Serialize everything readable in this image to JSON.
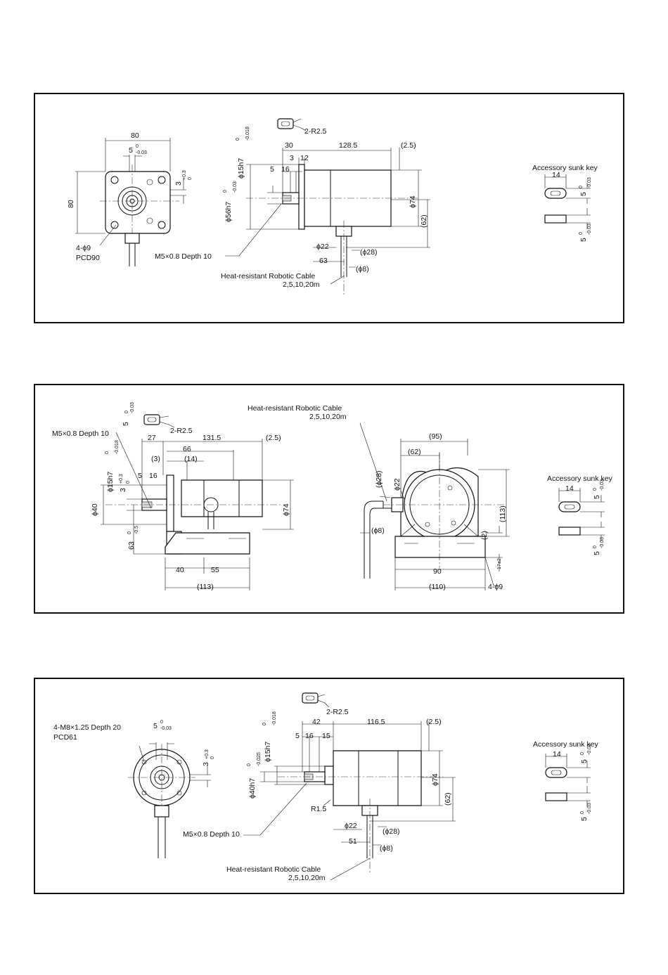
{
  "panel1": {
    "front": {
      "width": "80",
      "height": "80",
      "key_top": "5",
      "key_top_tol_hi": "0",
      "key_top_tol_lo": "-0.03",
      "key_side": "3",
      "key_side_tol_hi": "+0.3",
      "key_side_tol_lo": "0",
      "holes": "4-ϕ9",
      "pcd": "PCD90"
    },
    "side": {
      "radius_note": "2-R2.5",
      "d30": "30",
      "d128": "128.5",
      "d25": "(2.5)",
      "d3": "3",
      "d12": "12",
      "d5": "5",
      "d16": "16",
      "shaft_dia": "ϕ15h7",
      "shaft_tol_a": "0",
      "shaft_tol_b": "-0.018",
      "spigot_dia": "ϕ56h7",
      "spigot_tol_a": "0",
      "spigot_tol_b": "-0.03",
      "body_dia": "ϕ74",
      "d62": "(62)",
      "d22": "ϕ22",
      "d28": "(ϕ28)",
      "d63": "63",
      "d8": "(ϕ8)",
      "tap": "M5×0.8 Depth 10",
      "cable_name": "Heat-resistant Robotic Cable",
      "cable_len": "2,5,10,20m"
    },
    "key": {
      "title": "Accessory sunk key",
      "len": "14",
      "w": "5",
      "tol_hi": "0",
      "tol_lo": "-0.03"
    }
  },
  "panel2": {
    "side": {
      "key_w": "5",
      "key_w_hi": "0",
      "key_w_lo": "-0.03",
      "radius_note": "2-R2.5",
      "tap": "M5×0.8 Depth 10",
      "d27": "27",
      "d131": "131.5",
      "d25": "(2.5)",
      "d66": "66",
      "d3": "(3)",
      "d14": "(14)",
      "d5": "5",
      "d16": "16",
      "shaft_dia": "ϕ15h7",
      "shaft_tol_a": "0",
      "shaft_tol_b": "-0.018",
      "d3k": "3",
      "d3k_hi": "+0.3",
      "d3k_lo": "0",
      "d40": "ϕ40",
      "body_dia": "ϕ74",
      "d63": "63",
      "d63_hi": "0",
      "d63_lo": "-0.5",
      "d40b": "40",
      "d55": "55",
      "d113": "(113)"
    },
    "front": {
      "cable_name": "Heat-resistant Robotic Cable",
      "cable_len": "2,5,10,20m",
      "d95": "(95)",
      "d62": "(62)",
      "d28": "(ϕ28)",
      "d22": "ϕ22",
      "d8": "(ϕ8)",
      "d113": "(113)",
      "d2": "(2)",
      "d17": "17",
      "d17_tol": "±2",
      "d90": "90",
      "d110": "(110)",
      "holes": "4-ϕ9"
    },
    "key": {
      "title": "Accessory sunk key",
      "len": "14",
      "w": "5",
      "tol_hi": "0",
      "tol_lo": "-0.03"
    }
  },
  "panel3": {
    "front": {
      "tap": "4-M8×1.25 Depth 20",
      "pcd": "PCD61",
      "key_top": "5",
      "key_top_hi": "0",
      "key_top_lo": "-0.03",
      "key_side": "3",
      "key_side_hi": "+0.3",
      "key_side_lo": "0"
    },
    "side": {
      "radius_note": "2-R2.5",
      "d42": "42",
      "d116": "116.5",
      "d25": "(2.5)",
      "d5": "5",
      "d16": "16",
      "d15": "15",
      "shaft_dia": "ϕ15h7",
      "shaft_tol_a": "0",
      "shaft_tol_b": "-0.018",
      "spigot_dia": "ϕ40h7",
      "spigot_tol_a": "0",
      "spigot_tol_b": "-0.025",
      "body_dia": "ϕ74",
      "d62": "(62)",
      "r15": "R1.5",
      "d22": "ϕ22",
      "d28": "(ϕ28)",
      "d51": "51",
      "d8": "(ϕ8)",
      "tap": "M5×0.8 Depth 10",
      "cable_name": "Heat-resistant Robotic Cable",
      "cable_len": "2,5,10,20m"
    },
    "key": {
      "title": "Accessory sunk key",
      "len": "14",
      "w": "5",
      "tol_hi": "0",
      "tol_lo": "-0.03"
    }
  }
}
